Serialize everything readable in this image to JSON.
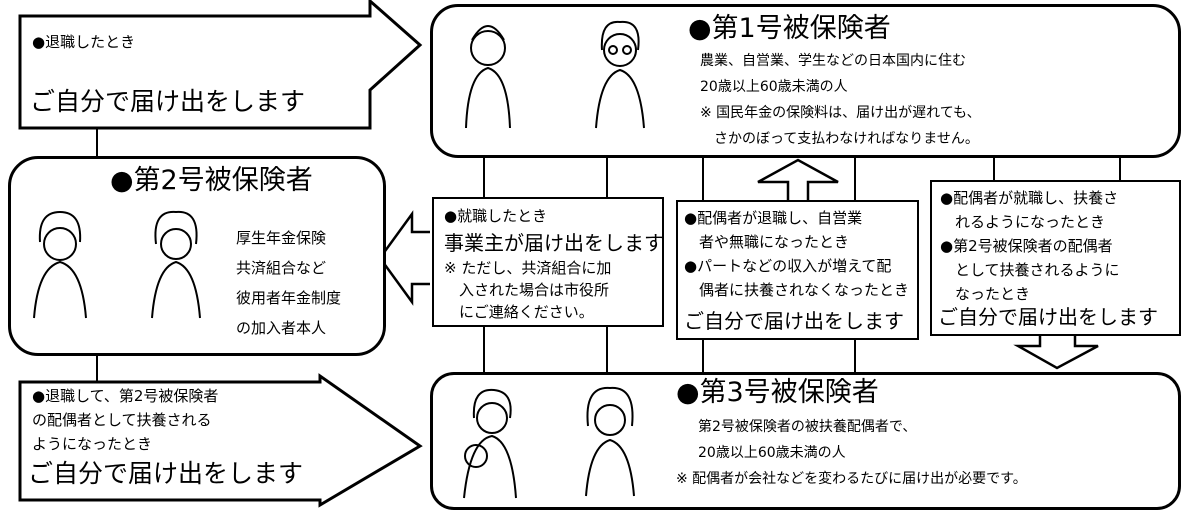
{
  "type1": {
    "title": "●第1号被保険者",
    "lines": [
      "農業、自営業、学生などの日本国内に住む",
      "20歳以上60歳未満の人",
      "※ 国民年金の保険料は、届け出が遅れても、",
      "　さかのぼって支払わなければなりません。"
    ]
  },
  "type2": {
    "title": "●第2号被保険者",
    "lines": [
      "厚生年金保険",
      "共済組合など",
      "彼用者年金制度",
      "の加入者本人"
    ]
  },
  "type3": {
    "title": "●第3号被保険者",
    "lines": [
      "第2号被保険者の被扶養配偶者で、",
      "20歳以上60歳未満の人",
      "※ 配偶者が会社などを変わるたびに届け出が必要です。"
    ]
  },
  "arrow_top_left": {
    "heading": "●退職したとき",
    "action": "ご自分で届け出をします"
  },
  "arrow_bottom_left": {
    "lines": [
      "●退職して、第2号被保険者",
      "の配偶者として扶養される",
      "ようになったとき"
    ],
    "action": "ご自分で届け出をします"
  },
  "center_left": {
    "heading": "●就職したとき",
    "action": "事業主が届け出をします",
    "notes": [
      "※ ただし、共済組合に加",
      "　入された場合は市役所",
      "　にご連絡ください。"
    ]
  },
  "center_mid": {
    "lines": [
      "●配偶者が退職し、自営業",
      "　者や無職になったとき",
      "●パートなどの収入が増えて配",
      "　偶者に扶養されなくなったとき"
    ],
    "action": "ご自分で届け出をします"
  },
  "center_right": {
    "lines": [
      "●配偶者が就職し、扶養さ",
      "　れるようになったとき",
      "●第2号被保険者の配偶者",
      "　として扶養されるように",
      "　なったとき"
    ],
    "action": "ご自分で届け出をします"
  }
}
